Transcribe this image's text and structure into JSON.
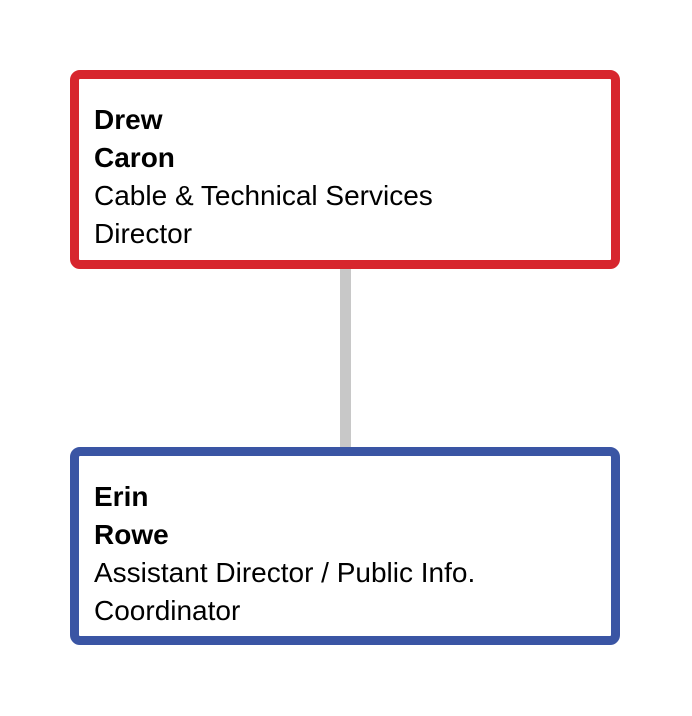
{
  "chart": {
    "type": "org-chart",
    "connector_color": "#c8c8c8",
    "nodes": [
      {
        "first_name": "Drew",
        "last_name": "Caron",
        "title_line1": "Cable & Technical Services",
        "title_line2": "Director",
        "border_color": "#d7262e",
        "level": 0
      },
      {
        "first_name": "Erin",
        "last_name": "Rowe",
        "title_line1": "Assistant Director / Public Info.",
        "title_line2": "Coordinator",
        "border_color": "#3a55a4",
        "level": 1
      }
    ],
    "edges": [
      {
        "from": 0,
        "to": 1
      }
    ]
  }
}
